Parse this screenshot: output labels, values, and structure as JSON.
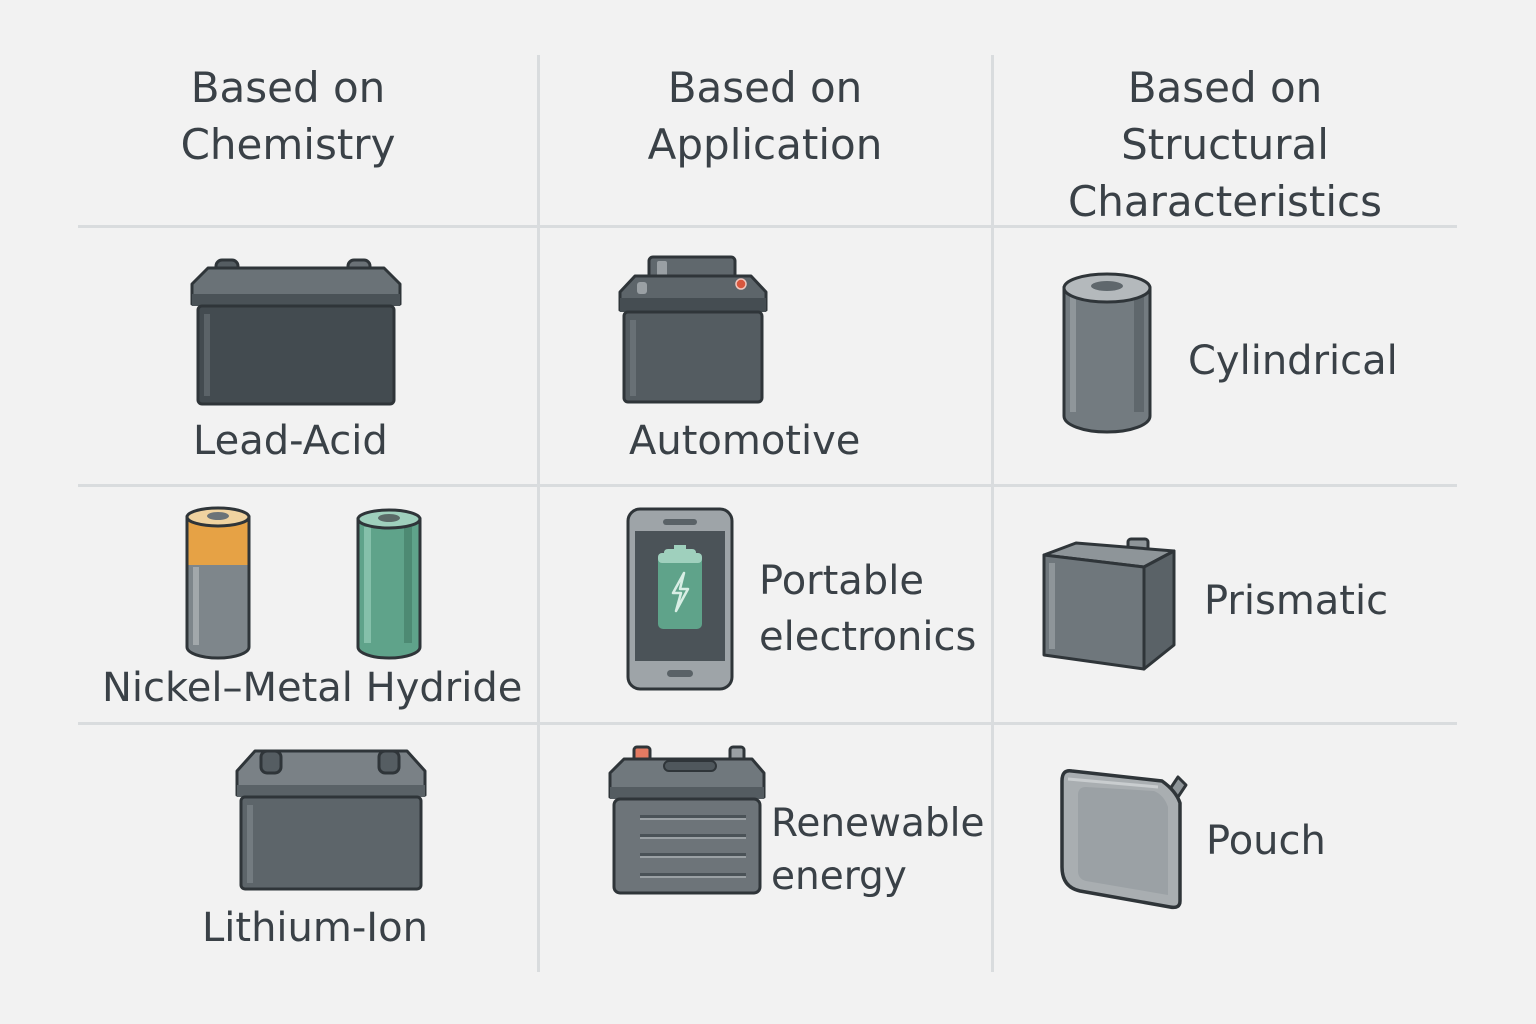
{
  "headers": {
    "chemistry": {
      "line1": "Based on",
      "line2": "Chemistry"
    },
    "application": {
      "line1": "Based on",
      "line2": "Application"
    },
    "structural": {
      "line1": "Based on",
      "line2": "Structural",
      "line3": "Characteristics"
    }
  },
  "chemistry": {
    "items": [
      {
        "label": "Lead-Acid",
        "icon": "car-battery-icon"
      },
      {
        "label": "Nickel–Metal Hydride",
        "icon": "cylindrical-cells-icon"
      },
      {
        "label": "Lithium-Ion",
        "icon": "battery-block-icon"
      }
    ]
  },
  "application": {
    "items": [
      {
        "label": "Automotive",
        "icon": "automotive-battery-icon"
      },
      {
        "label_line1": "Portable",
        "label_line2": "electronics",
        "icon": "smartphone-battery-icon"
      },
      {
        "label_line1": "Renewable",
        "label_line2": "energy",
        "icon": "storage-battery-icon"
      }
    ]
  },
  "structural": {
    "items": [
      {
        "label": "Cylindrical",
        "icon": "cylindrical-cell-icon"
      },
      {
        "label": "Prismatic",
        "icon": "prismatic-cell-icon"
      },
      {
        "label": "Pouch",
        "icon": "pouch-cell-icon"
      }
    ]
  },
  "colors": {
    "background": "#f2f2f2",
    "grid": "#d9dcde",
    "text": "#3a4147",
    "battery_dark": "#4a5257",
    "battery_mid": "#6b7378",
    "accent_orange": "#e6a245",
    "accent_green": "#5fa38a",
    "terminal_red": "#d9573e"
  }
}
